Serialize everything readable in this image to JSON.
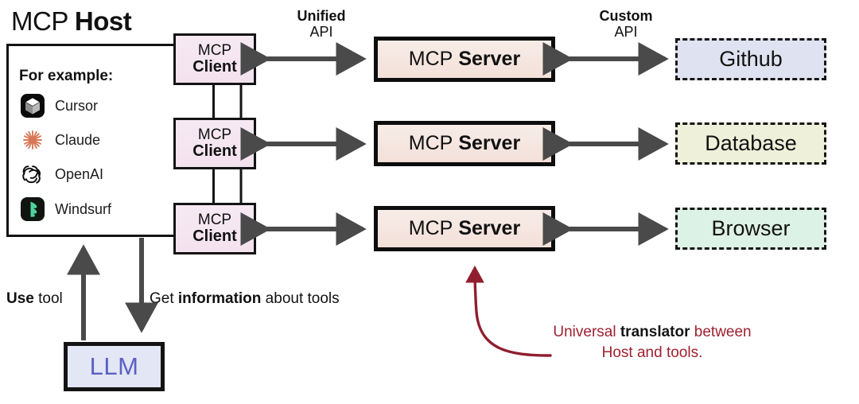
{
  "title": {
    "plain": "MCP ",
    "bold": "Host"
  },
  "host": {
    "example_heading": "For example:",
    "examples": [
      {
        "label": "Cursor",
        "icon": "cursor-icon"
      },
      {
        "label": "Claude",
        "icon": "claude-icon"
      },
      {
        "label": "OpenAI",
        "icon": "openai-icon"
      },
      {
        "label": "Windsurf",
        "icon": "windsurf-icon"
      }
    ]
  },
  "clients": [
    {
      "line1": "MCP",
      "line2": "Client"
    },
    {
      "line1": "MCP",
      "line2": "Client"
    },
    {
      "line1": "MCP",
      "line2": "Client"
    }
  ],
  "servers": [
    {
      "line1": "MCP",
      "line2": "Server"
    },
    {
      "line1": "MCP",
      "line2": "Server"
    },
    {
      "line1": "MCP",
      "line2": "Server"
    }
  ],
  "tools": [
    {
      "label": "Github",
      "fill": "#dfe2f0"
    },
    {
      "label": "Database",
      "fill": "#eff0da"
    },
    {
      "label": "Browser",
      "fill": "#ddf2e6"
    }
  ],
  "captions": {
    "unified_api": {
      "bold": "Unified",
      "rest": "API"
    },
    "custom_api": {
      "bold": "Custom",
      "rest": "API"
    },
    "use_tool": {
      "bold": "Use",
      "rest": " tool"
    },
    "get_info": {
      "pre": "Get ",
      "bold": "information",
      "post": " about tools"
    }
  },
  "llm": {
    "label": "LLM",
    "text_color": "#5a61c3",
    "fill": "#e3e6f4"
  },
  "annotation": {
    "pre": "Universal ",
    "bold": "translator",
    "post": " between",
    "line2": "Host and tools.",
    "color": "#9e2130"
  },
  "arrow_color": "#4a4a4a",
  "line_color": "#141414"
}
